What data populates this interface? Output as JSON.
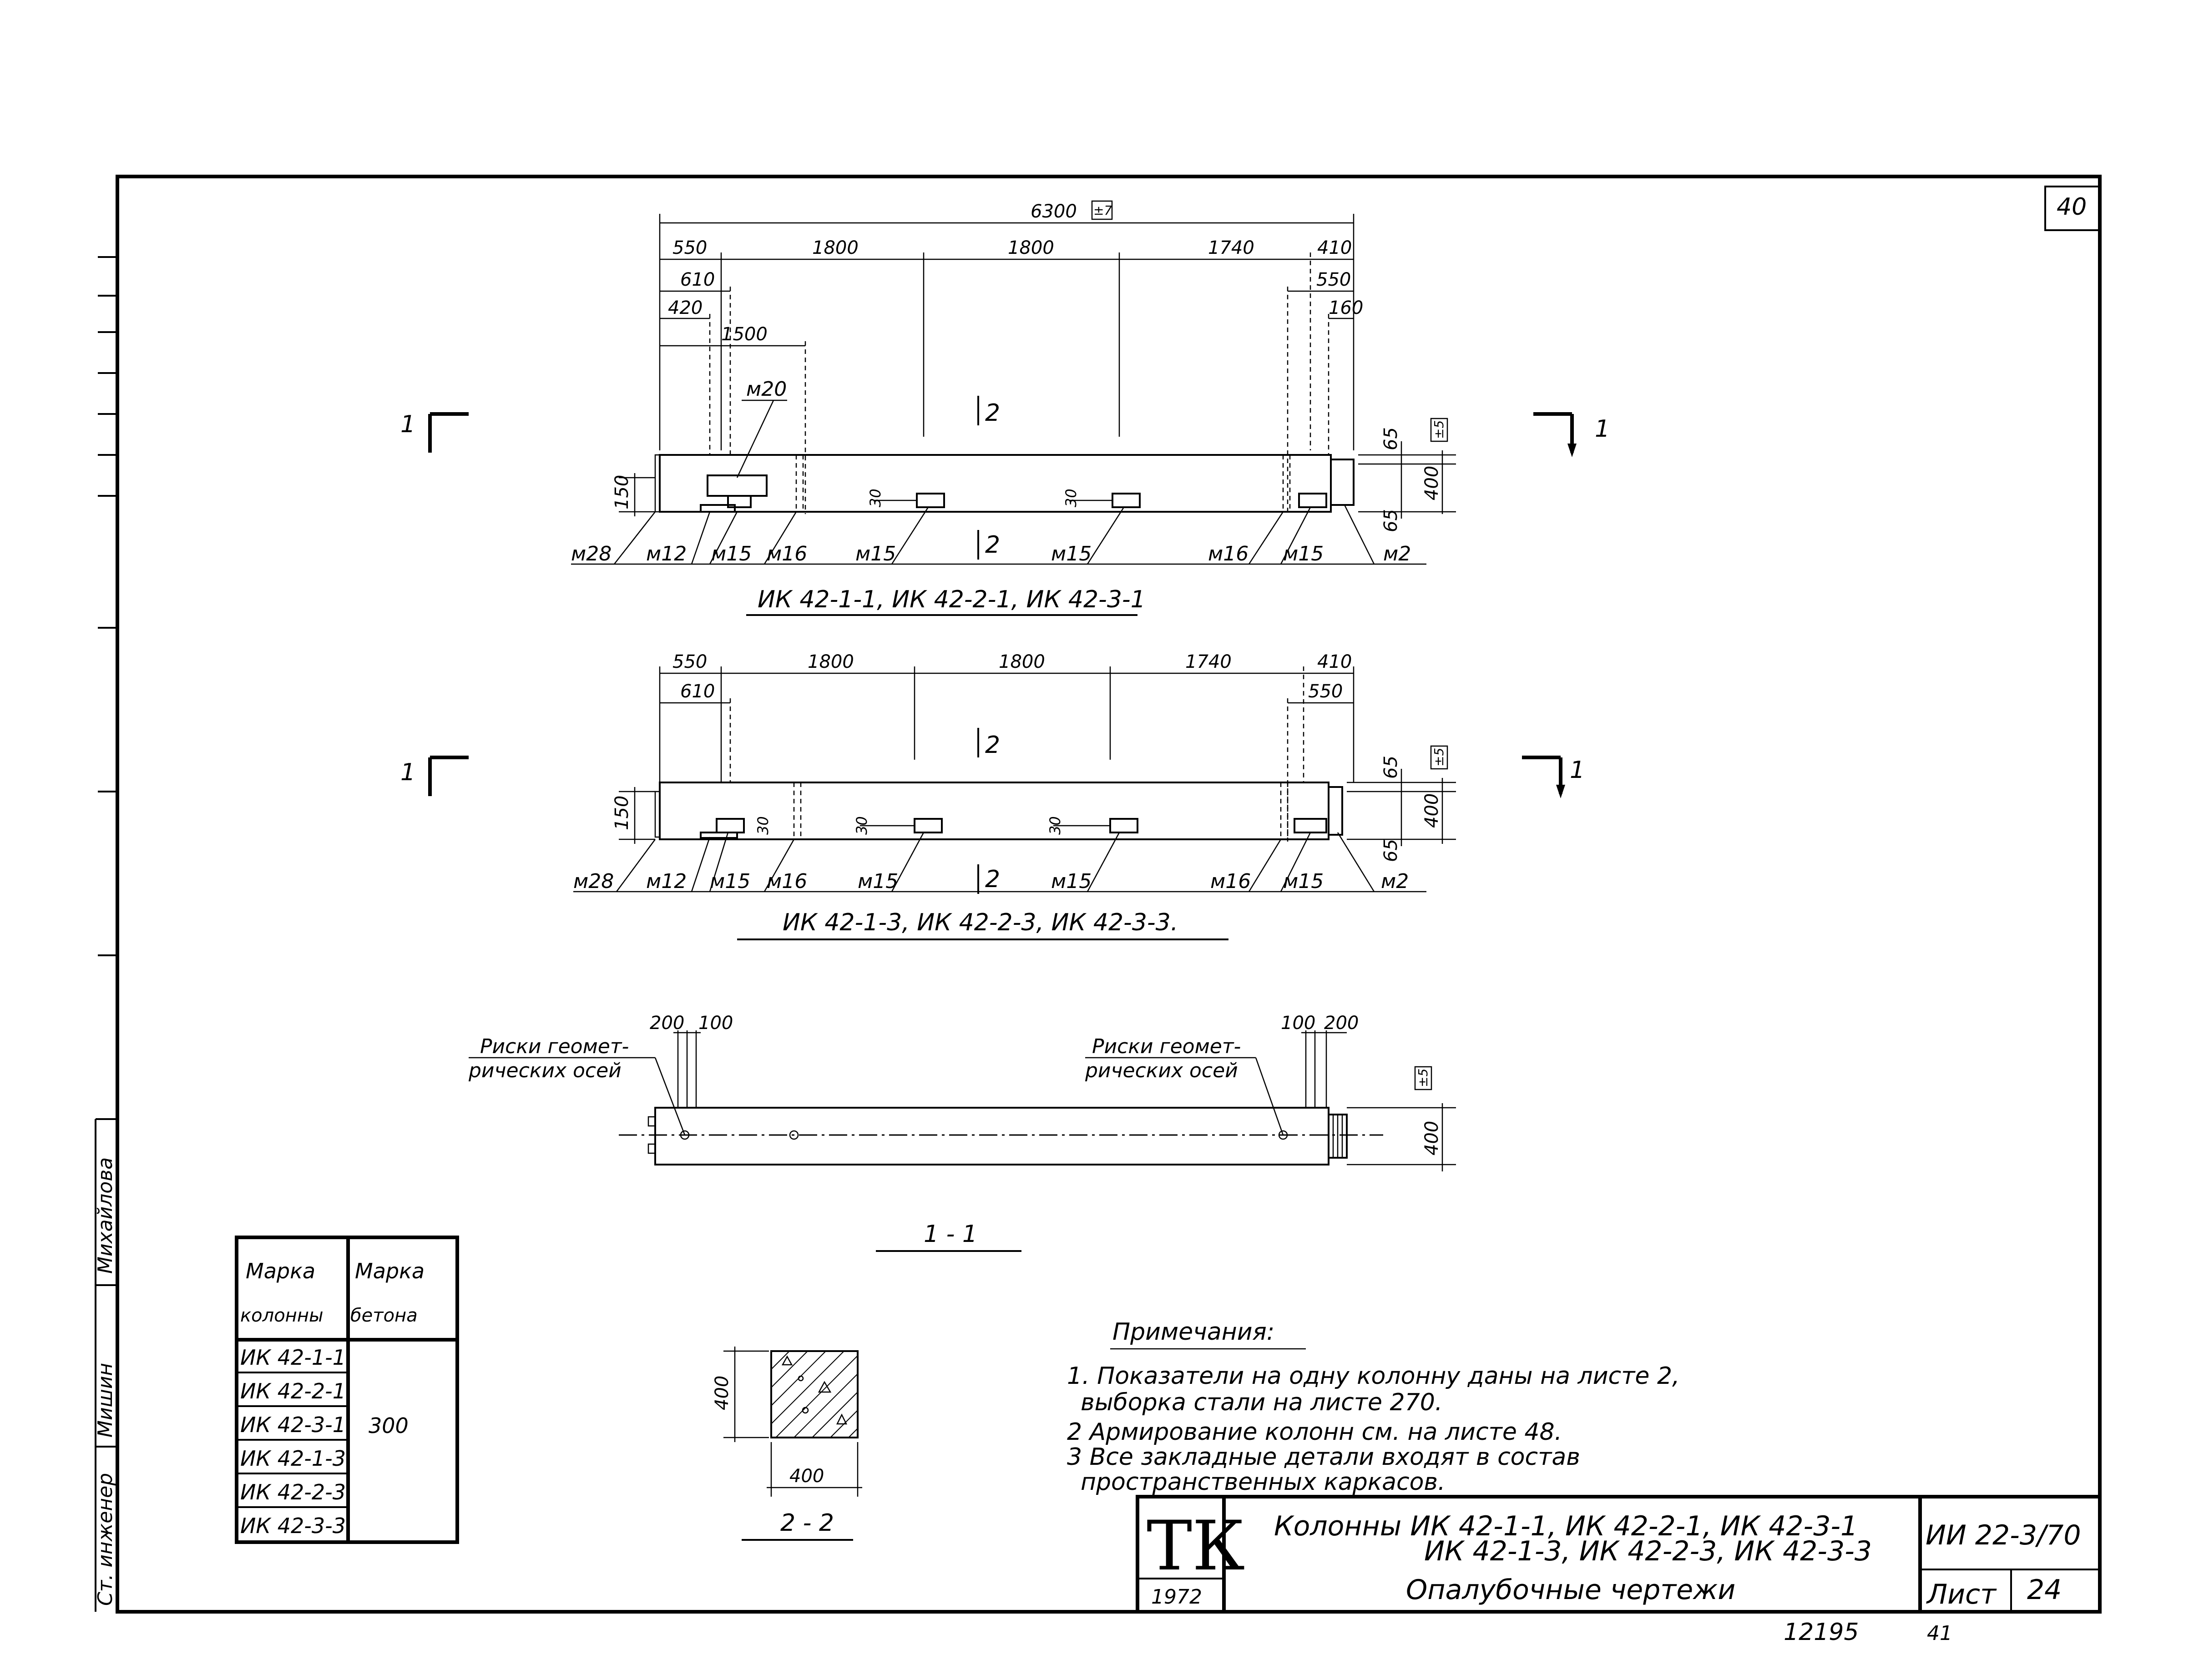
{
  "sheet": {
    "corner_number": "40",
    "bottom_numbers": [
      "12195",
      "41"
    ],
    "side_labels": [
      "Ст. инженер",
      "Мишин",
      "Михайлова"
    ]
  },
  "view1": {
    "overall": "6300",
    "tol_overall": "±7",
    "top_row": [
      "550",
      "1800",
      "1800",
      "1740",
      "410"
    ],
    "left_dims": [
      "610",
      "420",
      "1500"
    ],
    "right_dims": [
      "550",
      "160"
    ],
    "right_vert": [
      "65",
      "400",
      "65"
    ],
    "tol_right": "±5",
    "left_vert": "150",
    "small_marks": [
      "30",
      "30"
    ],
    "part_m20": "м20",
    "section_mark": "2",
    "cut_mark": "1",
    "bottom_parts": [
      "м28",
      "м12",
      "м15",
      "м16",
      "м15",
      "м15",
      "м16",
      "м15",
      "м2"
    ],
    "caption": "ИК 42-1-1, ИК 42-2-1, ИК 42-3-1"
  },
  "view2": {
    "top_row": [
      "550",
      "1800",
      "1800",
      "1740",
      "410"
    ],
    "left_dims": [
      "610"
    ],
    "right_dims": [
      "550"
    ],
    "right_vert": [
      "65",
      "400",
      "65"
    ],
    "tol_right": "±5",
    "left_vert": "150",
    "small_marks": [
      "30",
      "30",
      "30"
    ],
    "section_mark": "2",
    "cut_mark": "1",
    "bottom_parts": [
      "м28",
      "м12",
      "м15",
      "м16",
      "м15",
      "м15",
      "м16",
      "м15",
      "м2"
    ],
    "caption": "ИК 42-1-3, ИК 42-2-3, ИК 42-3-3."
  },
  "view3": {
    "left_dims": [
      "200",
      "100"
    ],
    "right_dims": [
      "100",
      "200"
    ],
    "note_left": [
      "Риски геомет-",
      "рических осей"
    ],
    "note_right": [
      "Риски геомет-",
      "рических осей"
    ],
    "right_vert": "400",
    "tol_right": "±5",
    "caption": "1 - 1"
  },
  "section22": {
    "height": "400",
    "width": "400",
    "caption": "2 - 2"
  },
  "table": {
    "headers": [
      "Марка колонны",
      "Марка бетона"
    ],
    "rows": [
      "ИК 42-1-1",
      "ИК 42-2-1",
      "ИК 42-3-1",
      "ИК 42-1-3",
      "ИК 42-2-3",
      "ИК 42-3-3"
    ],
    "concrete": "300"
  },
  "notes": {
    "title": "Примечания:",
    "items": [
      "1. Показатели на одну колонну даны на листе 2,",
      "выборка стали на листе 270.",
      "2 Армирование колонн см. на листе 48.",
      "3 Все закладные детали входят в состав",
      "пространственных каркасов."
    ]
  },
  "title_block": {
    "logo": "ТК",
    "year": "1972",
    "title_line1": "Колонны ИК 42-1-1, ИК 42-2-1, ИК 42-3-1",
    "title_line2": "ИК 42-1-3, ИК 42-2-3, ИК 42-3-3",
    "title_line3": "Опалубочные чертежи",
    "series": "ИИ 22-3/70",
    "sheet_label": "Лист",
    "sheet_num": "24"
  }
}
